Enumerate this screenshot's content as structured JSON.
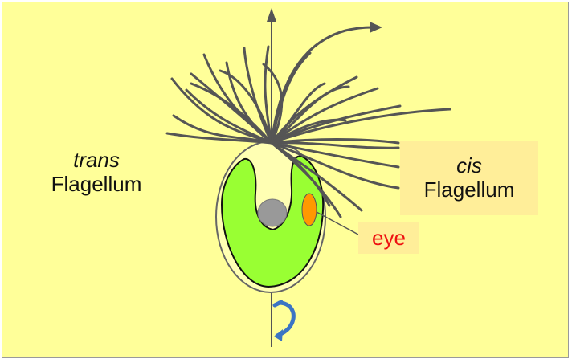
{
  "labels": {
    "trans_italic": "trans",
    "trans_text": "Flagellum",
    "cis_italic": "cis",
    "cis_text": "Flagellum",
    "eye": "eye"
  },
  "colors": {
    "background": "#ffff99",
    "label_box": "#ffee99",
    "cell_body": "#99ff33",
    "nucleus": "#999999",
    "eyespot": "#ff9900",
    "eye_text": "#ee1111",
    "flagella": "#555555",
    "rotation_arrow": "#3b74c4"
  },
  "icons": {
    "rotation": "curved-rotation-arrow-icon",
    "axis": "vertical-axis-arrow-icon",
    "swim": "swim-direction-arrow-icon"
  }
}
